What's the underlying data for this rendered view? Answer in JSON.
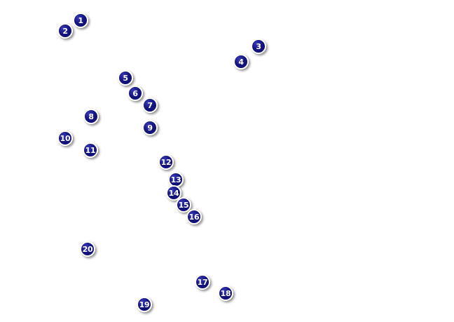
{
  "colors": {
    "background": "#ffffff",
    "marker_fill": "#15157f",
    "marker_border": "#ffffff",
    "marker_text": "#ffffff"
  },
  "markers": [
    {
      "label": "1"
    },
    {
      "label": "2"
    },
    {
      "label": "3"
    },
    {
      "label": "4"
    },
    {
      "label": "5"
    },
    {
      "label": "6"
    },
    {
      "label": "7"
    },
    {
      "label": "8"
    },
    {
      "label": "9"
    },
    {
      "label": "10"
    },
    {
      "label": "11"
    },
    {
      "label": "12"
    },
    {
      "label": "13"
    },
    {
      "label": "14"
    },
    {
      "label": "15"
    },
    {
      "label": "16"
    },
    {
      "label": "17"
    },
    {
      "label": "18"
    },
    {
      "label": "19"
    },
    {
      "label": "20"
    }
  ]
}
